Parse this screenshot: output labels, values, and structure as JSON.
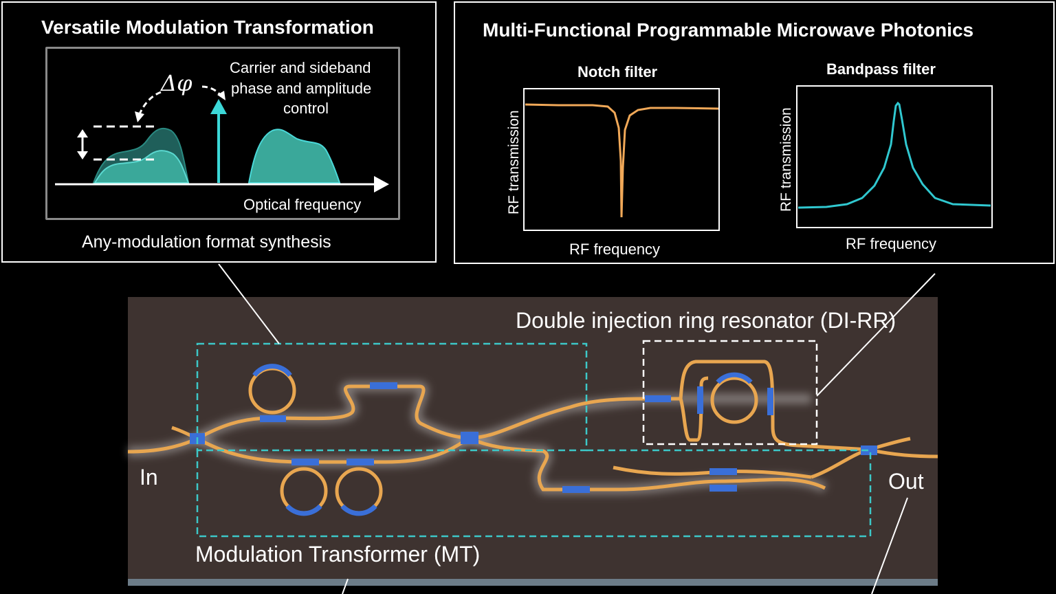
{
  "left_panel": {
    "title": "Versatile Modulation Transformation",
    "delta_phi": "Δφ",
    "control_label": [
      "Carrier and sideband",
      "phase and amplitude",
      "control"
    ],
    "axis_label": "Optical frequency",
    "caption": "Any-modulation format synthesis"
  },
  "right_panel": {
    "title": "Multi-Functional Programmable Microwave Photonics",
    "notch": {
      "title": "Notch filter",
      "ylabel": "RF transmission",
      "xlabel": "RF frequency"
    },
    "bandpass": {
      "title": "Bandpass filter",
      "ylabel": "RF transmission",
      "xlabel": "RF frequency"
    }
  },
  "chip": {
    "di_rr_label": "Double injection ring resonator (DI-RR)",
    "mt_label": "Modulation Transformer (MT)",
    "in_label": "In",
    "out_label": "Out"
  },
  "colors": {
    "waveguide": "#e8a650",
    "heater": "#3a6fd8",
    "notch_curve": "#f0a858",
    "bandpass_curve": "#30c8d0",
    "teal": "#3cc8c8",
    "chip_bg": "#3e3330"
  }
}
